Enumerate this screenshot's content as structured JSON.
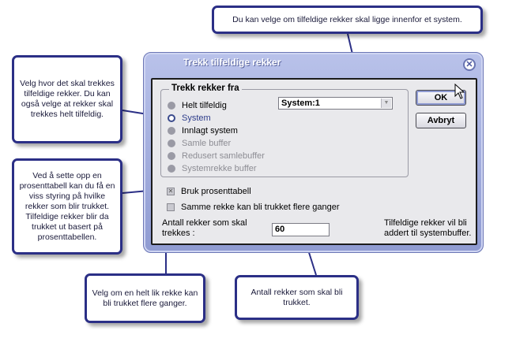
{
  "callouts": {
    "top": "Du kan velge om tilfeldige rekker skal ligge innenfor et system.",
    "left1": "Velg hvor det skal trekkes tilfeldige rekker. Du kan også velge at rekker skal trekkes helt tilfeldig.",
    "left2": "Ved å sette opp en prosenttabell kan du få en viss styring på hvilke rekker som blir trukket. Tilfeldige rekker blir da trukket ut basert på prosenttabellen.",
    "bottom1": "Velg om en helt lik rekke kan bli trukket flere ganger.",
    "bottom2": "Antall rekker som skal bli trukket."
  },
  "dialog": {
    "title": "Trekk tilfeldige rekker",
    "close_icon": "close-icon",
    "group_title": "Trekk rekker fra",
    "radios": [
      {
        "label": "Helt tilfeldig",
        "state": "enabled"
      },
      {
        "label": "System",
        "state": "selected"
      },
      {
        "label": "Innlagt system",
        "state": "enabled"
      },
      {
        "label": "Samle buffer",
        "state": "disabled"
      },
      {
        "label": "Redusert samlebuffer",
        "state": "disabled"
      },
      {
        "label": "Systemrekke buffer",
        "state": "disabled"
      }
    ],
    "system_select": "System:1",
    "ok_label": "OK",
    "cancel_label": "Avbryt",
    "check_percent": "Bruk prosenttabell",
    "check_same": "Samme rekke kan bli trukket flere ganger",
    "count_label": "Antall rekker som skal trekkes :",
    "count_value": "60",
    "info_text": "Tilfeldige rekker vil bli addert til systembuffer."
  },
  "colors": {
    "callout_border": "#2b2f86",
    "dialog_frame": "#9aa5dc",
    "client_bg": "#e9e9ec"
  }
}
